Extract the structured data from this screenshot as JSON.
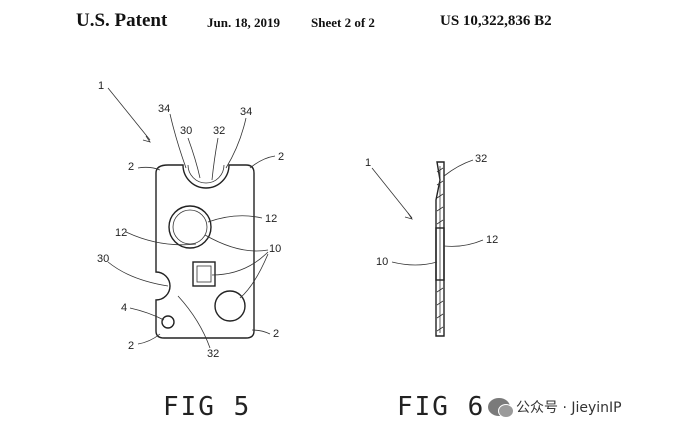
{
  "header": {
    "patent_label": "U.S. Patent",
    "date": "Jun. 18, 2019",
    "sheet": "Sheet 2 of 2",
    "patent_number": "US 10,322,836 B2"
  },
  "figures": [
    {
      "label": "FIG 5",
      "refs": [
        "1",
        "34",
        "34",
        "30",
        "32",
        "2",
        "2",
        "12",
        "12",
        "10",
        "30",
        "4",
        "2",
        "32",
        "2"
      ]
    },
    {
      "label": "FIG 6",
      "refs": [
        "1",
        "32",
        "10",
        "12"
      ]
    }
  ],
  "watermark": {
    "text": "公众号 · JieyinIP",
    "icon": "wechat-icon"
  }
}
